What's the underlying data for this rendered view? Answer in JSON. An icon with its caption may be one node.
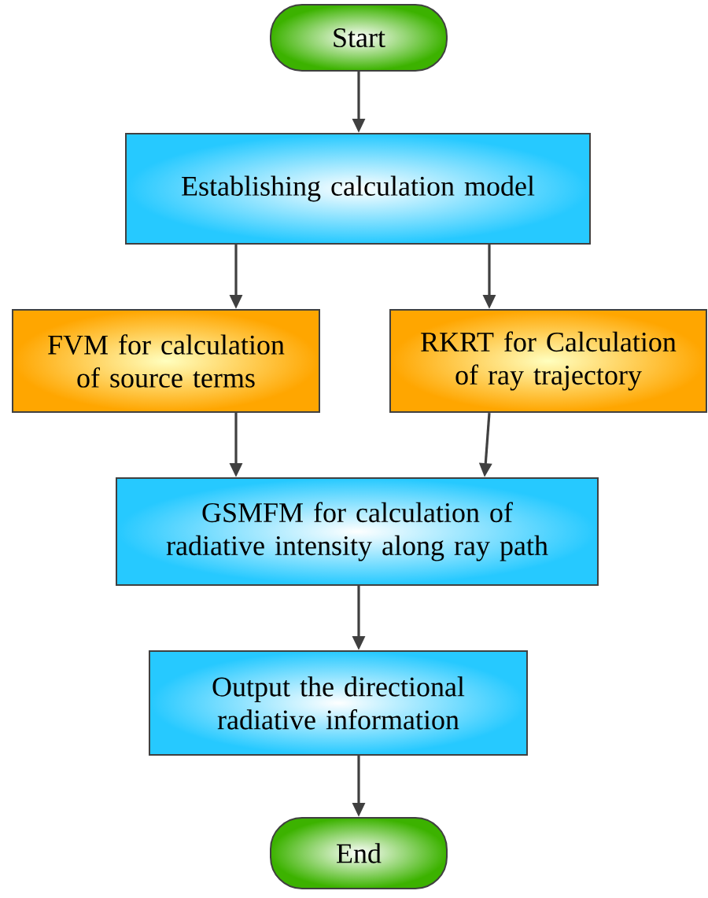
{
  "diagram": {
    "nodes": [
      {
        "text": [
          "Start"
        ]
      },
      {
        "text": [
          "Establishing calculation model"
        ]
      },
      {
        "text": [
          "FVM for calculation of source terms"
        ]
      },
      {
        "text": [
          "RKRT for Calculation of ray trajectory"
        ]
      },
      {
        "text": [
          "GSMFM for calculation of radiative intensity along ray path"
        ]
      },
      {
        "text": [
          "Output the directional radiative information"
        ]
      },
      {
        "text": [
          "End"
        ]
      }
    ],
    "edges": [
      {
        "from": 0,
        "to": 1,
        "arrow": "to"
      },
      {
        "from": 1,
        "to": 2,
        "arrow": "to"
      },
      {
        "from": 1,
        "to": 3,
        "arrow": "to"
      },
      {
        "from": 2,
        "to": 4,
        "arrow": "to"
      },
      {
        "from": 3,
        "to": 4,
        "arrow": "to"
      },
      {
        "from": 4,
        "to": 5,
        "arrow": "to"
      },
      {
        "from": 5,
        "to": 6,
        "arrow": "to"
      }
    ]
  }
}
